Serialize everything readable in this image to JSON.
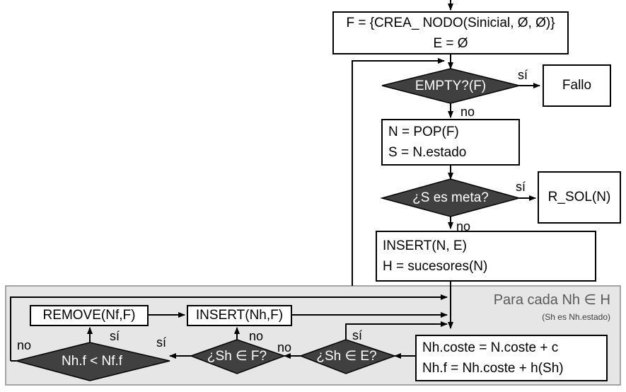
{
  "init": {
    "line1": "F = {CREA_ NODO(Sinicial, Ø, Ø)}",
    "line2": "E = Ø"
  },
  "empty_decision": "EMPTY?(F)",
  "fail_box": "Fallo",
  "pop_box": {
    "line1": "N = POP(F)",
    "line2": "S = N.estado"
  },
  "goal_decision": "¿S es meta?",
  "solution_box": "R_SOL(N)",
  "insert_box": {
    "line1": "INSERT(N, E)",
    "line2": "H = sucesores(N)"
  },
  "loop": {
    "title": "Para cada Nh ∈ H",
    "note": "(Sh es Nh.estado)"
  },
  "cost_box": {
    "line1": "Nh.coste = N.coste + c",
    "line2": "Nh.f = Nh.coste + h(Sh)"
  },
  "in_e_decision": "¿Sh ∈ E?",
  "in_f_decision": "¿Sh ∈ F?",
  "compare_decision": "Nh.f < Nf.f",
  "remove_box": "REMOVE(Nf,F)",
  "insert_h_box": "INSERT(Nh,F)",
  "labels": {
    "yes": "sí",
    "no": "no"
  },
  "colors": {
    "decision_fill": "#404040",
    "loop_fill": "#e6e6e6",
    "stroke": "#000000"
  }
}
